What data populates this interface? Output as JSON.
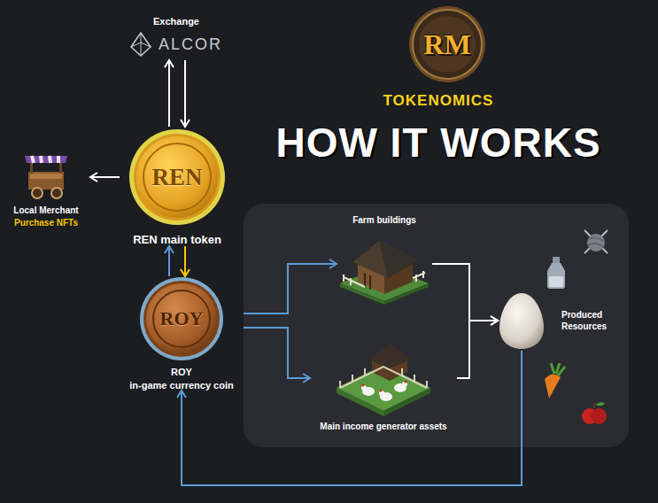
{
  "diagram": {
    "title": "HOW IT WORKS",
    "nodes": [
      {
        "text": [
          "Exchange",
          "ALCOR"
        ]
      },
      {
        "text": [
          "Local Merchant",
          "Purchase NFTs"
        ]
      },
      {
        "text": [
          "REN",
          "REN main token"
        ]
      },
      {
        "text": [
          "ROY",
          "ROY",
          "in-game currency coin"
        ]
      },
      {
        "text": [
          "Farm buildings"
        ]
      },
      {
        "text": [
          "Main income generator assets"
        ]
      },
      {
        "text": [
          "Produced Resources"
        ]
      }
    ],
    "edges": [
      {
        "from": 2,
        "to": 0,
        "arrow": "to"
      },
      {
        "from": 0,
        "to": 2,
        "arrow": "to"
      },
      {
        "from": 2,
        "to": 1,
        "arrow": "to"
      },
      {
        "from": 3,
        "to": 2,
        "arrow": "to"
      },
      {
        "from": 2,
        "to": 3,
        "arrow": "to"
      },
      {
        "from": 3,
        "to": 4,
        "arrow": "to"
      },
      {
        "from": 3,
        "to": 5,
        "arrow": "to"
      },
      {
        "from": 4,
        "to": 6,
        "arrow": "to"
      },
      {
        "from": 5,
        "to": 6,
        "arrow": "to"
      },
      {
        "from": 6,
        "to": 3,
        "arrow": "to"
      }
    ],
    "labels": [
      "RM",
      "TOKENOMICS"
    ]
  }
}
